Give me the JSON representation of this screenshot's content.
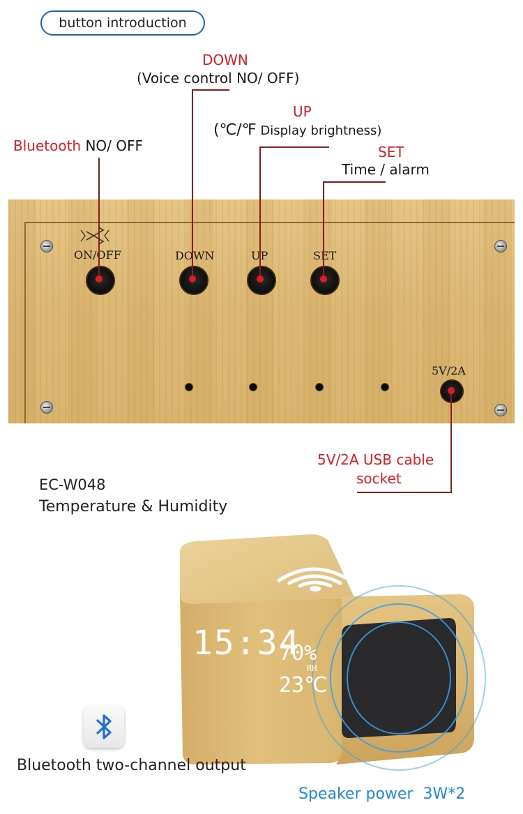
{
  "header": {
    "pill_label": "button introduction"
  },
  "callouts": {
    "down_title": "DOWN",
    "down_desc": "(Voice control NO/ OFF)",
    "up_title": "UP",
    "up_desc_unit": "(℃/℉",
    "up_desc_rest": " Display brightness)",
    "bluetooth_title": "Bluetooth",
    "bluetooth_desc": " NO/ OFF",
    "set_title": "SET",
    "set_desc": "Time / alarm",
    "usb_line1": "5V/2A USB cable",
    "usb_line2": "socket"
  },
  "panel": {
    "labels": {
      "onoff": "ON/OFF",
      "down": "DOWN",
      "up": "UP",
      "set": "SET",
      "power": "5V/2A"
    }
  },
  "product": {
    "model": "EC-W048",
    "feature": "Temperature & Humidity",
    "display_time": "15:34",
    "display_humidity": "70%",
    "display_humidity_unit": "RH",
    "display_temp": "23℃",
    "bluetooth_output": "Bluetooth two-channel output",
    "speaker_power": "Speaker power  3W*2"
  },
  "colors": {
    "accent_red": "#e11b22",
    "accent_blue": "#1e88e5",
    "wood": "#dcb874"
  }
}
